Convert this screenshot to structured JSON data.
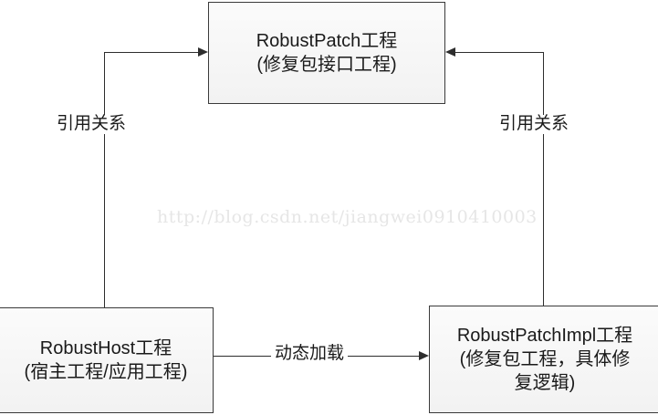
{
  "diagram": {
    "type": "flow-diagram",
    "background_color": "#ffffff",
    "node_fill_color": "#f5f5f5",
    "node_border_color": "#3a3a3a",
    "line_color": "#2d2d2d",
    "text_color": "#1a1a1a",
    "nodes": [
      {
        "id": "robust-patch",
        "line1": "RobustPatch工程",
        "line2": "(修复包接口工程)"
      },
      {
        "id": "robust-host",
        "line1": "RobustHost工程",
        "line2": "(宿主工程/应用工程)"
      },
      {
        "id": "robust-patch-impl",
        "line1": "RobustPatchImpl工程",
        "line2": "(修复包工程，具体修",
        "line3": "复逻辑)"
      }
    ],
    "edges": [
      {
        "id": "host-to-patch",
        "label": "引用关系"
      },
      {
        "id": "impl-to-patch",
        "label": "引用关系"
      },
      {
        "id": "host-to-impl",
        "label": "动态加载"
      }
    ]
  },
  "watermark": {
    "text": "http://blog.csdn.net/jiangwei0910410003",
    "color": "#e6e6e6"
  }
}
